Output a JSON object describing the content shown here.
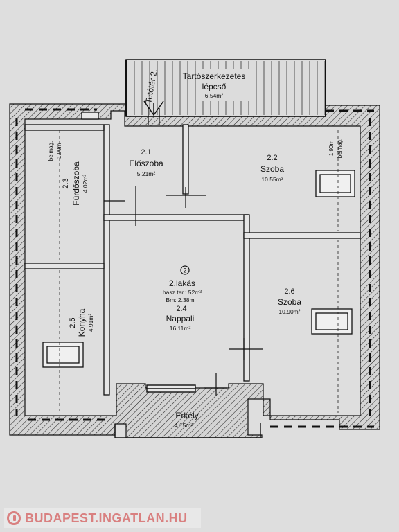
{
  "stair": {
    "title_line1": "Tartószerkezetes",
    "title_line2": "lépcső",
    "area": "6.54m²"
  },
  "roof_label": "Tetőtér 2.",
  "rooms": [
    {
      "num": "2.1",
      "name": "Előszoba",
      "area": "5.21m²"
    },
    {
      "num": "2.2",
      "name": "Szoba",
      "area": "10.55m²"
    },
    {
      "num": "2.3",
      "name": "Fürdőszoba",
      "area": "4.02m²"
    },
    {
      "num": "2.4",
      "name": "Nappali",
      "area": "16.11m²"
    },
    {
      "num": "2.5",
      "name": "Konyha",
      "area": "4.91m²"
    },
    {
      "num": "2.6",
      "name": "Szoba",
      "area": "10.90m²"
    }
  ],
  "apartment": {
    "marker": "2",
    "title": "2.lakás",
    "floor_area": "hasz.ter.: 52m²",
    "height": "Bm: 2.38m"
  },
  "balcony": {
    "name": "Erkély",
    "area": "4.15m²"
  },
  "heights": {
    "left_label": "belmag.",
    "left_value": "1.90m",
    "right_value": "1.90m",
    "right_label": "belmag."
  },
  "watermark": "BUDAPEST.INGATLAN.HU"
}
